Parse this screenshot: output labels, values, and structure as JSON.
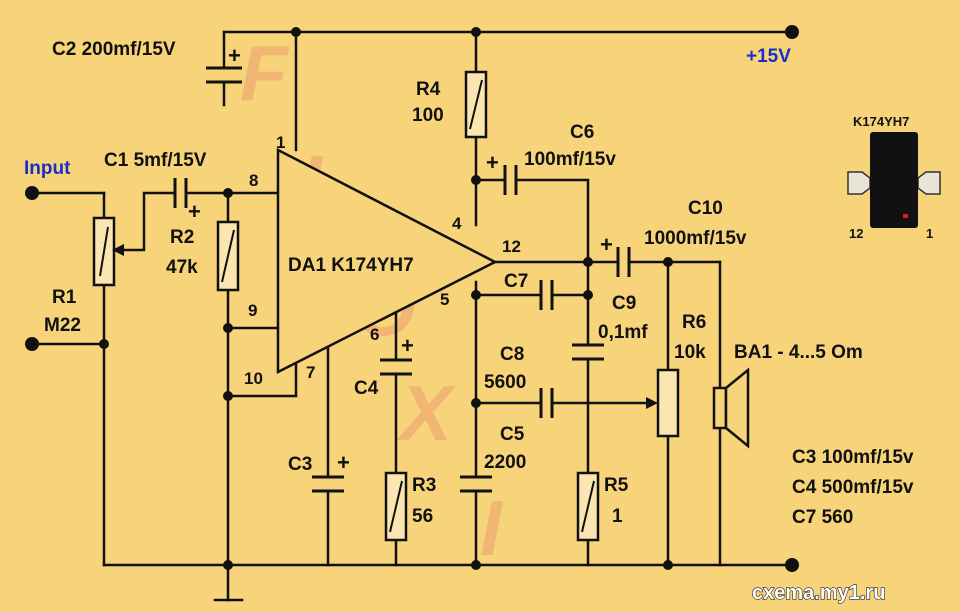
{
  "supply": {
    "label": "+15V",
    "color": "#1a2ec8"
  },
  "input_label": "Input",
  "ic": {
    "label": "DA1 K174YH7",
    "pins": [
      "1",
      "8",
      "4",
      "12",
      "5",
      "9",
      "6",
      "10",
      "7"
    ]
  },
  "package": {
    "title": "K174YH7",
    "pin_left": "12",
    "pin_right": "1"
  },
  "components": {
    "c2": "C2 200mf/15V",
    "c1": "C1 5mf/15V",
    "r2_name": "R2",
    "r2_value": "47k",
    "r1_name": "R1",
    "r1_value": "M22",
    "r4_name": "R4",
    "r4_value": "100",
    "c6_name": "C6",
    "c6_value": "100mf/15v",
    "c10_name": "C10",
    "c10_value": "1000mf/15v",
    "c7": "C7",
    "c9_name": "C9",
    "c9_value": "0,1mf",
    "c8_name": "C8",
    "c8_value": "5600",
    "c5_name": "C5",
    "c5_value": "2200",
    "r6_name": "R6",
    "r6_value": "10k",
    "ba1": "BA1 - 4...5 Om",
    "c4": "C4",
    "c3": "C3",
    "r3_name": "R3",
    "r3_value": "56",
    "r5_name": "R5",
    "r5_value": "1"
  },
  "notes": [
    "C3 100mf/15v",
    "C4 500mf/15v",
    "C7 560"
  ],
  "watermark_letters": [
    "F",
    "L",
    "O",
    "X",
    "I"
  ],
  "site": "cxema.my1.ru",
  "colors": {
    "background": "#f7d37a",
    "watermark": "#e8806a",
    "wire": "#111111"
  }
}
